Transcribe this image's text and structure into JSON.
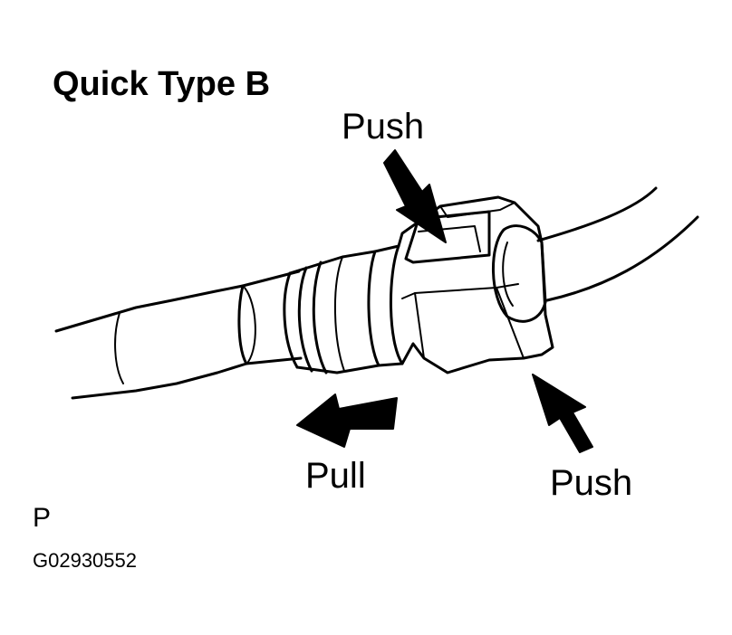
{
  "title": "Quick Type B",
  "labels": {
    "push_top": "Push",
    "pull": "Pull",
    "push_bottom": "Push"
  },
  "figure_codes": {
    "p": "P",
    "id": "G02930552"
  }
}
